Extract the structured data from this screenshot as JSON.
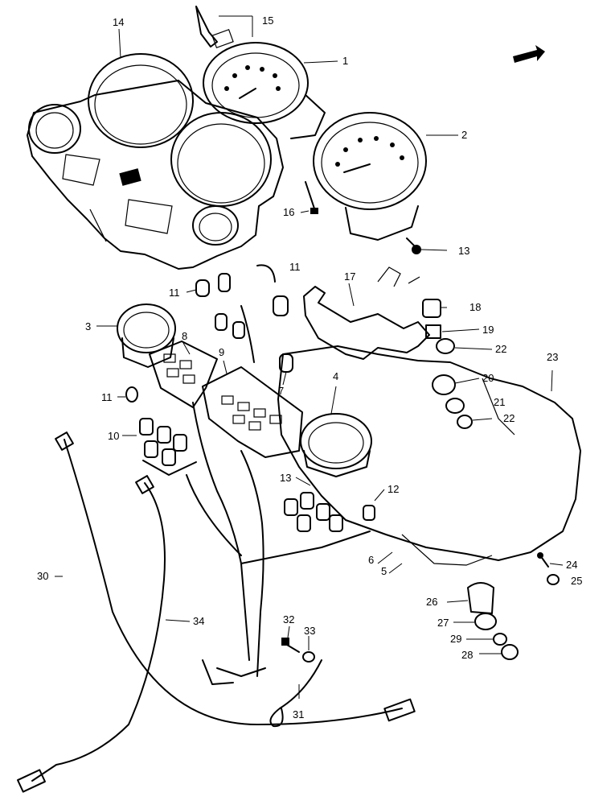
{
  "callouts": [
    {
      "id": "1",
      "text": "1"
    },
    {
      "id": "2",
      "text": "2"
    },
    {
      "id": "3",
      "text": "3"
    },
    {
      "id": "4",
      "text": "4"
    },
    {
      "id": "5",
      "text": "5"
    },
    {
      "id": "6",
      "text": "6"
    },
    {
      "id": "7",
      "text": "7"
    },
    {
      "id": "8",
      "text": "8"
    },
    {
      "id": "9",
      "text": "9"
    },
    {
      "id": "10",
      "text": "10"
    },
    {
      "id": "11a",
      "text": "11"
    },
    {
      "id": "11b",
      "text": "11"
    },
    {
      "id": "11c",
      "text": "11"
    },
    {
      "id": "12",
      "text": "12"
    },
    {
      "id": "13a",
      "text": "13"
    },
    {
      "id": "13b",
      "text": "13"
    },
    {
      "id": "14",
      "text": "14"
    },
    {
      "id": "15",
      "text": "15"
    },
    {
      "id": "16",
      "text": "16"
    },
    {
      "id": "17",
      "text": "17"
    },
    {
      "id": "18",
      "text": "18"
    },
    {
      "id": "19",
      "text": "19"
    },
    {
      "id": "20",
      "text": "20"
    },
    {
      "id": "21",
      "text": "21"
    },
    {
      "id": "22a",
      "text": "22"
    },
    {
      "id": "22b",
      "text": "22"
    },
    {
      "id": "23",
      "text": "23"
    },
    {
      "id": "24",
      "text": "24"
    },
    {
      "id": "25",
      "text": "25"
    },
    {
      "id": "26",
      "text": "26"
    },
    {
      "id": "27",
      "text": "27"
    },
    {
      "id": "28",
      "text": "28"
    },
    {
      "id": "29",
      "text": "29"
    },
    {
      "id": "30",
      "text": "30"
    },
    {
      "id": "31",
      "text": "31"
    },
    {
      "id": "32",
      "text": "32"
    },
    {
      "id": "33",
      "text": "33"
    },
    {
      "id": "34",
      "text": "34"
    }
  ]
}
